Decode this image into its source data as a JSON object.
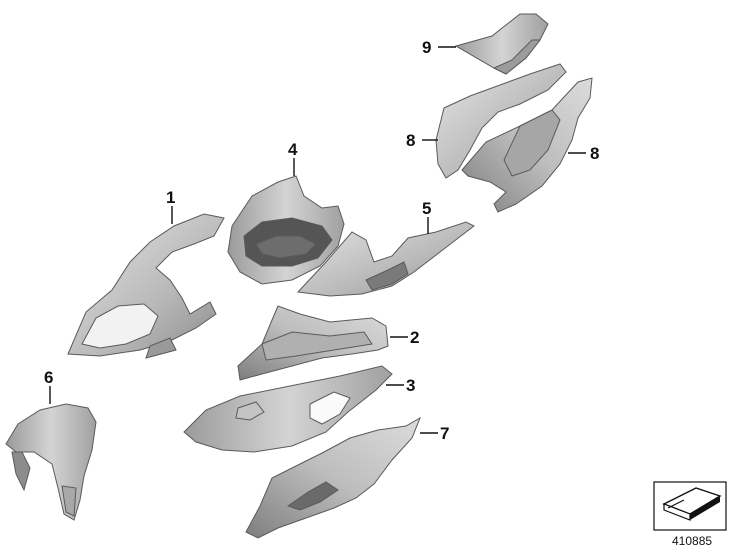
{
  "callouts": [
    {
      "id": "1",
      "label": "1"
    },
    {
      "id": "2",
      "label": "2"
    },
    {
      "id": "3",
      "label": "3"
    },
    {
      "id": "4",
      "label": "4"
    },
    {
      "id": "5",
      "label": "5"
    },
    {
      "id": "6",
      "label": "6"
    },
    {
      "id": "7",
      "label": "7"
    },
    {
      "id": "8a",
      "label": "8"
    },
    {
      "id": "8b",
      "label": "8"
    },
    {
      "id": "9",
      "label": "9"
    }
  ],
  "reference_number": "410885",
  "colors": {
    "part_fill_light": "#c9c9c9",
    "part_fill_dark": "#8e8e8e",
    "part_stroke": "#5a5a5a",
    "text": "#111111"
  }
}
